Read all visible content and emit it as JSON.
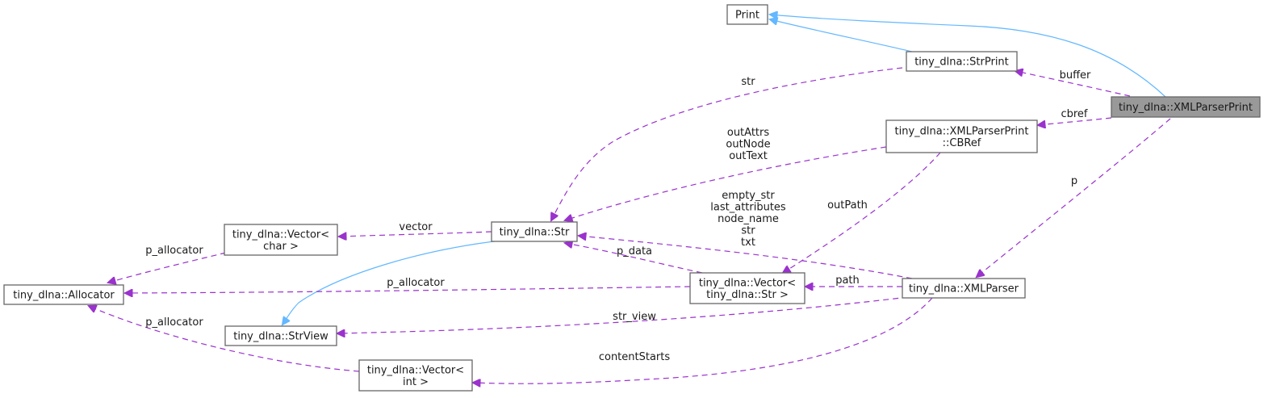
{
  "diagram": {
    "title": "tiny_dlna::XMLParserPrint collaboration graph",
    "colors": {
      "inheritance_edge": "#63b8ff",
      "usage_edge": "#9a32cd",
      "focus_node_fill": "#999999",
      "node_border": "#666666"
    },
    "nodes": [
      {
        "id": "print",
        "lines": [
          "Print"
        ],
        "focus": false
      },
      {
        "id": "strprint",
        "lines": [
          "tiny_dlna::StrPrint"
        ],
        "focus": false
      },
      {
        "id": "xmlparserprint",
        "lines": [
          "tiny_dlna::XMLParserPrint"
        ],
        "focus": true
      },
      {
        "id": "cbref",
        "lines": [
          "tiny_dlna::XMLParserPrint",
          "::CBRef"
        ],
        "focus": false
      },
      {
        "id": "str",
        "lines": [
          "tiny_dlna::Str"
        ],
        "focus": false
      },
      {
        "id": "vectorchar",
        "lines": [
          "tiny_dlna::Vector<",
          "char >"
        ],
        "focus": false
      },
      {
        "id": "allocator",
        "lines": [
          "tiny_dlna::Allocator"
        ],
        "focus": false
      },
      {
        "id": "strview",
        "lines": [
          "tiny_dlna::StrView"
        ],
        "focus": false
      },
      {
        "id": "vectorstr",
        "lines": [
          "tiny_dlna::Vector<",
          "tiny_dlna::Str >"
        ],
        "focus": false
      },
      {
        "id": "xmlparser",
        "lines": [
          "tiny_dlna::XMLParser"
        ],
        "focus": false
      },
      {
        "id": "vectorint",
        "lines": [
          "tiny_dlna::Vector<",
          "int >"
        ],
        "focus": false
      }
    ],
    "edges": [
      {
        "id": "e-strprint-print",
        "from": "strprint",
        "to": "print",
        "kind": "inheritance",
        "label": []
      },
      {
        "id": "e-xpp-print",
        "from": "xmlparserprint",
        "to": "print",
        "kind": "inheritance",
        "label": []
      },
      {
        "id": "e-xpp-strprint",
        "from": "xmlparserprint",
        "to": "strprint",
        "kind": "usage",
        "label": [
          "buffer"
        ]
      },
      {
        "id": "e-xpp-cbref",
        "from": "xmlparserprint",
        "to": "cbref",
        "kind": "usage",
        "label": [
          "cbref"
        ]
      },
      {
        "id": "e-xpp-xmlparser",
        "from": "xmlparserprint",
        "to": "xmlparser",
        "kind": "usage",
        "label": [
          "p"
        ]
      },
      {
        "id": "e-strprint-str",
        "from": "strprint",
        "to": "str",
        "kind": "usage",
        "label": [
          "str"
        ]
      },
      {
        "id": "e-cbref-str",
        "from": "cbref",
        "to": "str",
        "kind": "usage",
        "label": [
          "outAttrs",
          "outNode",
          "outText"
        ]
      },
      {
        "id": "e-cbref-vectorstr",
        "from": "cbref",
        "to": "vectorstr",
        "kind": "usage",
        "label": [
          "outPath"
        ]
      },
      {
        "id": "e-str-vectorchar",
        "from": "str",
        "to": "vectorchar",
        "kind": "usage",
        "label": [
          "vector"
        ]
      },
      {
        "id": "e-str-strview",
        "from": "str",
        "to": "strview",
        "kind": "inheritance",
        "label": []
      },
      {
        "id": "e-vectorchar-allocator",
        "from": "vectorchar",
        "to": "allocator",
        "kind": "usage",
        "label": [
          "p_allocator"
        ]
      },
      {
        "id": "e-vectorstr-allocator",
        "from": "vectorstr",
        "to": "allocator",
        "kind": "usage",
        "label": [
          "p_allocator"
        ]
      },
      {
        "id": "e-vectorint-allocator",
        "from": "vectorint",
        "to": "allocator",
        "kind": "usage",
        "label": [
          "p_allocator"
        ]
      },
      {
        "id": "e-vectorstr-str",
        "from": "vectorstr",
        "to": "str",
        "kind": "usage",
        "label": [
          "p_data"
        ]
      },
      {
        "id": "e-xmlparser-str",
        "from": "xmlparser",
        "to": "str",
        "kind": "usage",
        "label": [
          "empty_str",
          "last_attributes",
          "node_name",
          "str",
          "txt"
        ]
      },
      {
        "id": "e-xmlparser-vectorstr",
        "from": "xmlparser",
        "to": "vectorstr",
        "kind": "usage",
        "label": [
          "path"
        ]
      },
      {
        "id": "e-xmlparser-strview",
        "from": "xmlparser",
        "to": "strview",
        "kind": "usage",
        "label": [
          "str_view"
        ]
      },
      {
        "id": "e-xmlparser-vectorint",
        "from": "xmlparser",
        "to": "vectorint",
        "kind": "usage",
        "label": [
          "contentStarts"
        ]
      }
    ]
  }
}
